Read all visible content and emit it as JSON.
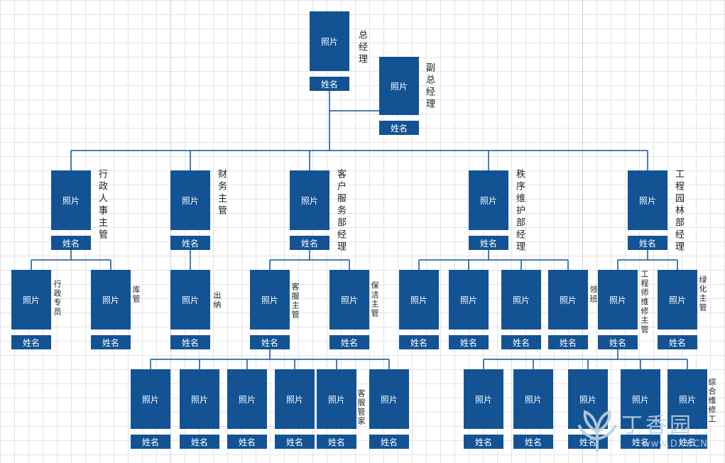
{
  "photo_label": "照片",
  "name_label": "姓名",
  "colors": {
    "box": "#135394",
    "line": "#135394",
    "grid": "#e4e4e4",
    "watermark": "#bcd0e2"
  },
  "nodes": {
    "gm": {
      "title": "总经理"
    },
    "deputy": {
      "title": "副总经理"
    },
    "admin_hr": {
      "title": "行政人事主管"
    },
    "finance": {
      "title": "财务主管"
    },
    "cs_manager": {
      "title": "客户服务部经理"
    },
    "security_manager": {
      "title": "秩序维护部经理"
    },
    "eng_manager": {
      "title": "工程园林部经理"
    },
    "admin_clerk": {
      "title": "行政专员"
    },
    "warehouse": {
      "title": "库管"
    },
    "cashier": {
      "title": "出纳"
    },
    "cs_supervisor": {
      "title": "客服主管"
    },
    "cleaning_supervisor": {
      "title": "保洁主管"
    },
    "team_leader": {
      "title": "领班"
    },
    "eng_supervisor": {
      "title": "工程师维修主管"
    },
    "green_supervisor": {
      "title": "绿化主管"
    },
    "housekeeper": {
      "title": "客服管家"
    },
    "maintenance_worker": {
      "title": "综合维修工"
    }
  },
  "watermark": {
    "cn": "丁香园",
    "en": "www.DXY.CN"
  }
}
